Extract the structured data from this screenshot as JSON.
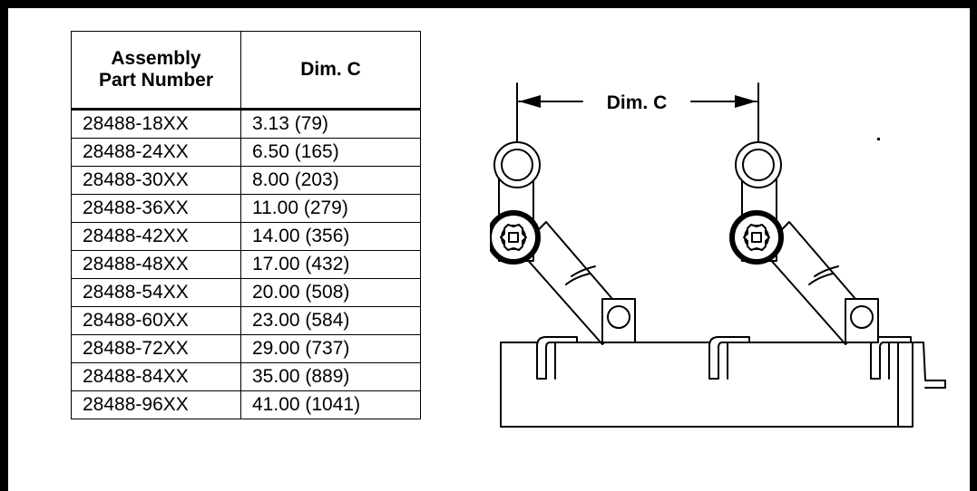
{
  "table": {
    "headers": [
      "Assembly\nPart Number",
      "Dim. C"
    ],
    "header_lines": [
      [
        "Assembly",
        "Part Number"
      ],
      [
        "Dim. C"
      ]
    ],
    "rows": [
      [
        "28488-18XX",
        "3.13 (79)"
      ],
      [
        "28488-24XX",
        "6.50 (165)"
      ],
      [
        "28488-30XX",
        "8.00 (203)"
      ],
      [
        "28488-36XX",
        "11.00 (279)"
      ],
      [
        "28488-42XX",
        "14.00 (356)"
      ],
      [
        "28488-48XX",
        "17.00 (432)"
      ],
      [
        "28488-54XX",
        "20.00 (508)"
      ],
      [
        "28488-60XX",
        "23.00 (584)"
      ],
      [
        "28488-72XX",
        "29.00 (737)"
      ],
      [
        "28488-84XX",
        "35.00 (889)"
      ],
      [
        "28488-96XX",
        "41.00 (1041)"
      ]
    ]
  },
  "diagram": {
    "dimension_label": "Dim. C"
  }
}
